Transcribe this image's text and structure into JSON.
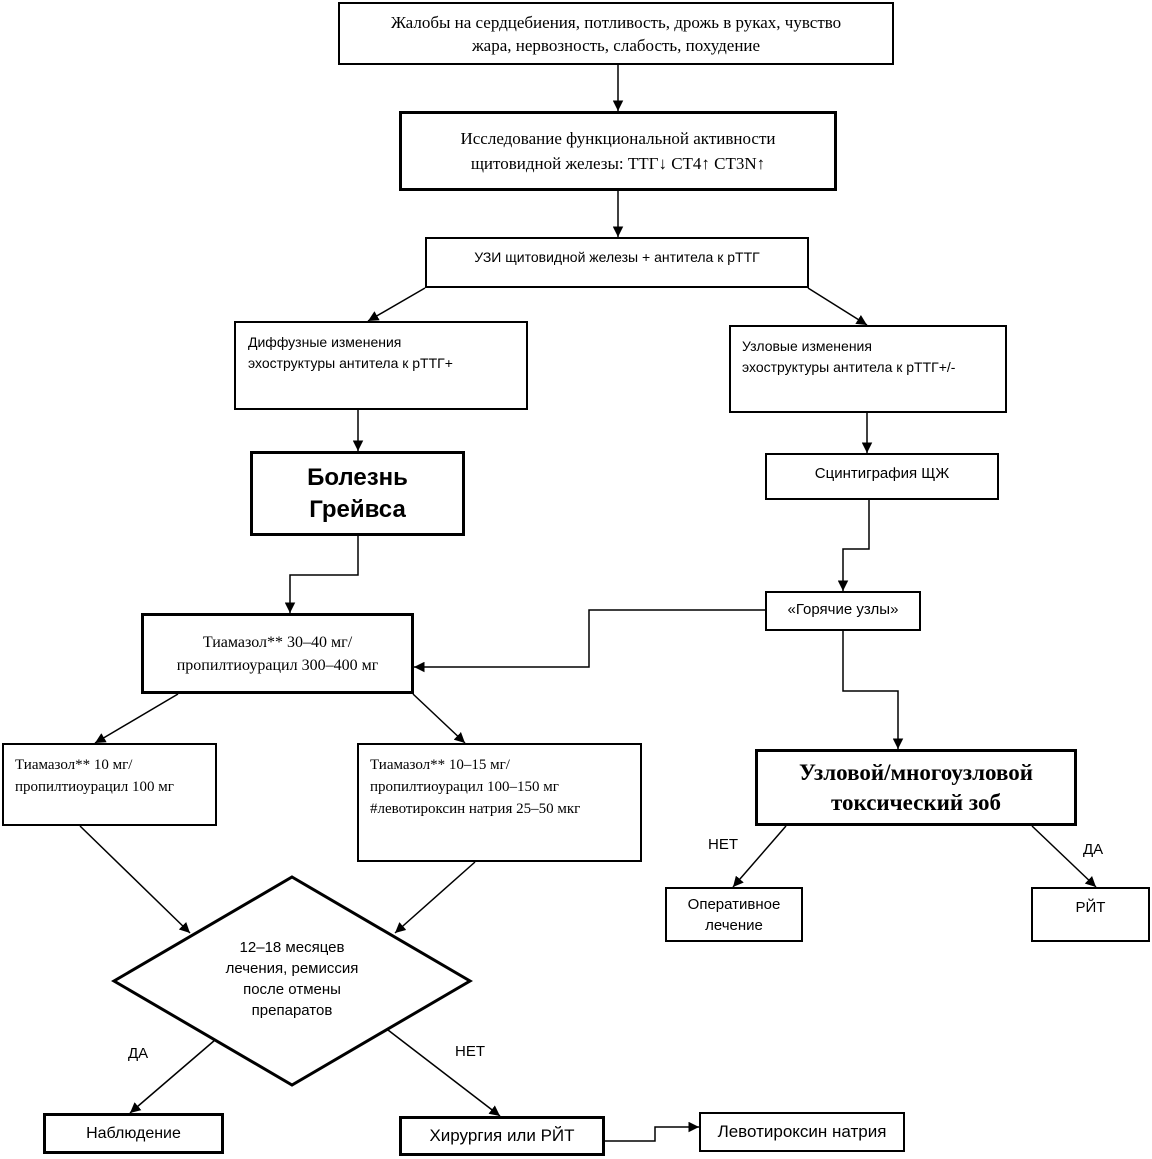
{
  "nodes": {
    "symptoms": {
      "line1": "Жалобы на сердцебиения, потливость, дрожь в руках, чувство",
      "line2": "жара, нервозность, слабость, похудение"
    },
    "function_test": {
      "line1": "Исследование функциональной активности",
      "line2_prefix": "щитовидной железы: ТТГ",
      "ct4": "СТ4",
      "ct3n": "СТ3N",
      "arrow_down": "↓",
      "arrow_up": "↑"
    },
    "ultrasound": {
      "text": "УЗИ щитовидной железы + антитела  к рТТГ"
    },
    "diffuse": {
      "line1": "Диффузные изменения",
      "line2": "эхоструктуры  антитела  к рТТГ+"
    },
    "nodular": {
      "line1": "Узловые изменения",
      "line2": "эхоструктуры  антитела  к рТТГ+/-"
    },
    "graves": {
      "line1": "Болезнь",
      "line2": "Грейвса"
    },
    "scintigraphy": {
      "text": "Сцинтиграфия ЩЖ"
    },
    "hot_nodes": {
      "text": "«Горячие узлы»"
    },
    "thiamazole_high": {
      "line1": "Тиамазол** 30–40 мг/",
      "line2": "пропилтиоурацил 300–400  мг"
    },
    "toxic_goiter": {
      "line1": "Узловой/многоузловой",
      "line2": "токсический зоб"
    },
    "thiamazole_low": {
      "line1": "Тиамазол**  10 мг/",
      "line2": "пропилтиоурацил  100 мг"
    },
    "thiamazole_mid": {
      "line1": "Тиамазол**  10–15 мг/",
      "line2": "пропилтиоурацил  100–150 мг",
      "line3": "#левотироксин натрия 25–50 мкг"
    },
    "surgery_treatment": {
      "line1": "Оперативное",
      "line2": "лечение"
    },
    "rit_right": {
      "text": "РЙТ"
    },
    "decision": {
      "line1": "12–18 месяцев",
      "line2": "лечения, ремиссия",
      "line3": "после отмены",
      "line4": "препаратов"
    },
    "observation": {
      "text": "Наблюдение"
    },
    "surgery_or_rit": {
      "text": "Хирургия или РЙТ"
    },
    "levothyroxine": {
      "text": "Левотироксин натрия"
    }
  },
  "edge_labels": {
    "goiter_no": "НЕТ",
    "goiter_yes": "ДА",
    "decision_yes": "ДА",
    "decision_no": "НЕТ"
  }
}
